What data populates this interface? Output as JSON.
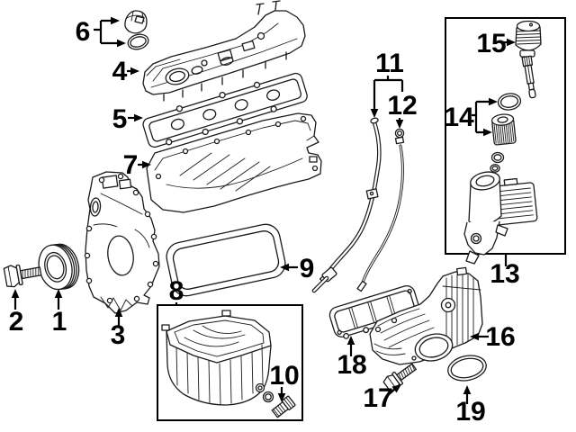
{
  "colors": {
    "background": "#ffffff",
    "line_art": "#1a1a1a",
    "label_text": "#000000",
    "group_box_border": "#000000"
  },
  "callouts": [
    {
      "label": "1"
    },
    {
      "label": "2"
    },
    {
      "label": "3"
    },
    {
      "label": "4"
    },
    {
      "label": "5"
    },
    {
      "label": "6"
    },
    {
      "label": "7"
    },
    {
      "label": "8"
    },
    {
      "label": "9"
    },
    {
      "label": "10"
    },
    {
      "label": "11"
    },
    {
      "label": "12"
    },
    {
      "label": "13"
    },
    {
      "label": "14"
    },
    {
      "label": "15"
    },
    {
      "label": "16"
    },
    {
      "label": "17"
    },
    {
      "label": "18"
    },
    {
      "label": "19"
    }
  ]
}
